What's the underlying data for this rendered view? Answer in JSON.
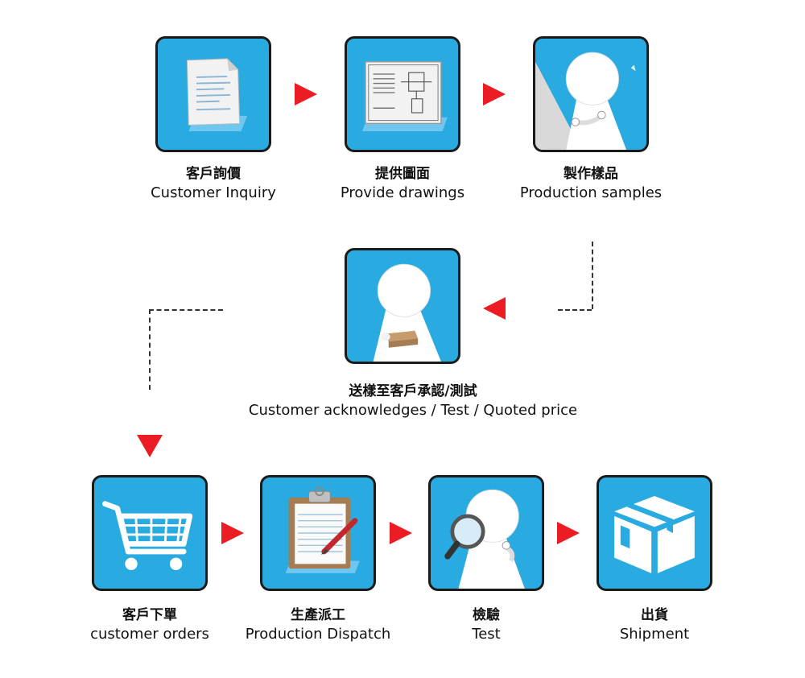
{
  "steps": [
    {
      "zh": "客戶詢價",
      "en": "Customer Inquiry",
      "icon": "document-icon"
    },
    {
      "zh": "提供圖面",
      "en": "Provide drawings",
      "icon": "blueprint-icon"
    },
    {
      "zh": "製作樣品",
      "en": "Production samples",
      "icon": "figure-holding-part-icon"
    },
    {
      "zh": "送樣至客戶承認/測試",
      "en": "Customer acknowledges / Test / Quoted price",
      "icon": "figure-holding-sample-icon"
    },
    {
      "zh": "客戶下單",
      "en": "customer orders",
      "icon": "shopping-cart-icon"
    },
    {
      "zh": "生產派工",
      "en": "Production Dispatch",
      "icon": "clipboard-pen-icon"
    },
    {
      "zh": "檢驗",
      "en": "Test",
      "icon": "figure-magnifier-icon"
    },
    {
      "zh": "出貨",
      "en": "Shipment",
      "icon": "box-icon"
    }
  ],
  "colors": {
    "tile_blue": "#29abe2",
    "arrow_red": "#ec1c24",
    "border": "#1a1a1a"
  }
}
